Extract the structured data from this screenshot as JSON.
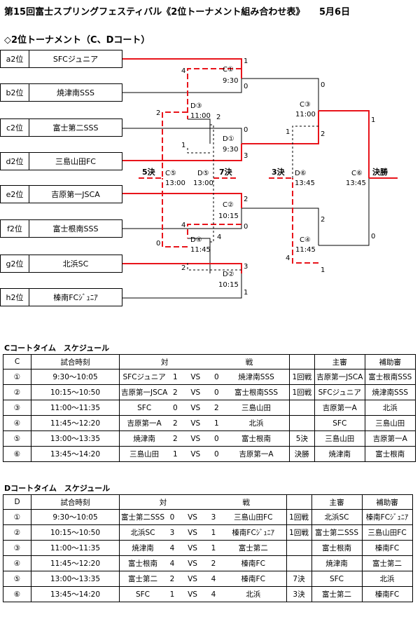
{
  "title": "第15回富士スプリングフェスティバル《2位トーナメント組み合わせ表》",
  "date": "5月6日",
  "subtitle": "◇2位トーナメント（C、Dコート）",
  "teams": [
    {
      "rank": "a2位",
      "name": "SFCジュニア"
    },
    {
      "rank": "b2位",
      "name": "焼津南SSS"
    },
    {
      "rank": "c2位",
      "name": "富士第二SSS"
    },
    {
      "rank": "d2位",
      "name": "三島山田FC"
    },
    {
      "rank": "e2位",
      "name": "吉原第一JSCA"
    },
    {
      "rank": "f2位",
      "name": "富士根南SSS"
    },
    {
      "rank": "g2位",
      "name": "北浜SC"
    },
    {
      "rank": "h2位",
      "name": "榛南FCｼﾞｭﾆｱ"
    }
  ],
  "bracket": {
    "c1": {
      "code": "C①",
      "time": "9:30"
    },
    "d1": {
      "code": "D①",
      "time": "9:30"
    },
    "c2": {
      "code": "C②",
      "time": "10:15"
    },
    "d2": {
      "code": "D②",
      "time": "10:15"
    },
    "c3": {
      "code": "C③",
      "time": "11:00"
    },
    "d3": {
      "code": "D③",
      "time": "11:00"
    },
    "c4": {
      "code": "C④",
      "time": "11:45"
    },
    "d4": {
      "code": "D④",
      "time": "11:45"
    },
    "c5": {
      "code": "C⑤",
      "time": "13:00"
    },
    "d5": {
      "code": "D⑤",
      "time": "13:00"
    },
    "d6": {
      "code": "D⑥",
      "time": "13:45"
    },
    "c6": {
      "code": "C⑥",
      "time": "13:45"
    },
    "round5": "5決",
    "round7": "7決",
    "round3": "3決",
    "final": "決勝",
    "scores": {
      "c1_top": "1",
      "c1_bot": "0",
      "d3_top": "4",
      "d3_bot": "1",
      "d3_right": "2",
      "d3_out": "2",
      "d1_top": "0",
      "d1_bot": "3",
      "c3_top": "0",
      "c3_bot": "2",
      "c3_left": "1",
      "c6_top": "1",
      "c6_bot": "0",
      "c2_top": "2",
      "c2_bot": "0",
      "d4_top": "4",
      "d4_bot": "4",
      "d4_out": "0",
      "c4_top": "2",
      "c4_bot": "1",
      "c4_left": "4",
      "d2_top": "3",
      "d2_bot": "1",
      "d2_out": "2"
    }
  },
  "schedule_c": {
    "heading": "Cコートタイム　スケジュール",
    "header": [
      "C",
      "試合時刻",
      "対",
      "戦",
      "主審",
      "補助審"
    ],
    "rows": [
      {
        "no": "①",
        "time": "9:30～10:05",
        "home": "SFCジュニア",
        "hs": "1",
        "vs": "VS",
        "as": "0",
        "away": "焼津南SSS",
        "round": "1回戦",
        "ref": "吉原第一JSCA",
        "asst": "富士根南SSS"
      },
      {
        "no": "②",
        "time": "10:15～10:50",
        "home": "吉原第一JSCA",
        "hs": "2",
        "vs": "VS",
        "as": "0",
        "away": "富士根南SSS",
        "round": "1回戦",
        "ref": "SFCジュニア",
        "asst": "焼津南SSS"
      },
      {
        "no": "③",
        "time": "11:00～11:35",
        "home": "SFC",
        "hs": "0",
        "vs": "VS",
        "as": "2",
        "away": "三島山田",
        "round": "",
        "ref": "吉原第一A",
        "asst": "北浜"
      },
      {
        "no": "④",
        "time": "11:45～12:20",
        "home": "吉原第一A",
        "hs": "2",
        "vs": "VS",
        "as": "1",
        "away": "北浜",
        "round": "",
        "ref": "SFC",
        "asst": "三島山田"
      },
      {
        "no": "⑤",
        "time": "13:00～13:35",
        "home": "焼津南",
        "hs": "2",
        "vs": "VS",
        "as": "0",
        "away": "富士根南",
        "round": "5決",
        "ref": "三島山田",
        "asst": "吉原第一A"
      },
      {
        "no": "⑥",
        "time": "13:45～14:20",
        "home": "三島山田",
        "hs": "1",
        "vs": "VS",
        "as": "0",
        "away": "吉原第一A",
        "round": "決勝",
        "ref": "焼津南",
        "asst": "富士根南"
      }
    ]
  },
  "schedule_d": {
    "heading": "Dコートタイム　スケジュール",
    "header": [
      "D",
      "試合時刻",
      "対",
      "戦",
      "主審",
      "補助審"
    ],
    "rows": [
      {
        "no": "①",
        "time": "9:30～10:05",
        "home": "富士第二SSS",
        "hs": "0",
        "vs": "VS",
        "as": "3",
        "away": "三島山田FC",
        "round": "1回戦",
        "ref": "北浜SC",
        "asst": "榛南FCｼﾞｭﾆｱ"
      },
      {
        "no": "②",
        "time": "10:15～10:50",
        "home": "北浜SC",
        "hs": "3",
        "vs": "VS",
        "as": "1",
        "away": "榛南FCｼﾞｭﾆｱ",
        "round": "1回戦",
        "ref": "富士第二SSS",
        "asst": "三島山田FC"
      },
      {
        "no": "③",
        "time": "11:00～11:35",
        "home": "焼津南",
        "hs": "4",
        "vs": "VS",
        "as": "1",
        "away": "富士第二",
        "round": "",
        "ref": "富士根南",
        "asst": "榛南FC"
      },
      {
        "no": "④",
        "time": "11:45～12:20",
        "home": "富士根南",
        "hs": "4",
        "vs": "VS",
        "as": "2",
        "away": "榛南FC",
        "round": "",
        "ref": "焼津南",
        "asst": "富士第二"
      },
      {
        "no": "⑤",
        "time": "13:00～13:35",
        "home": "富士第二",
        "hs": "2",
        "vs": "VS",
        "as": "4",
        "away": "榛南FC",
        "round": "7決",
        "ref": "SFC",
        "asst": "北浜"
      },
      {
        "no": "⑥",
        "time": "13:45～14:20",
        "home": "SFC",
        "hs": "1",
        "vs": "VS",
        "as": "4",
        "away": "北浜",
        "round": "3決",
        "ref": "富士第二",
        "asst": "榛南FC"
      }
    ]
  },
  "colors": {
    "win": "#e8141b",
    "line": "#000000"
  }
}
